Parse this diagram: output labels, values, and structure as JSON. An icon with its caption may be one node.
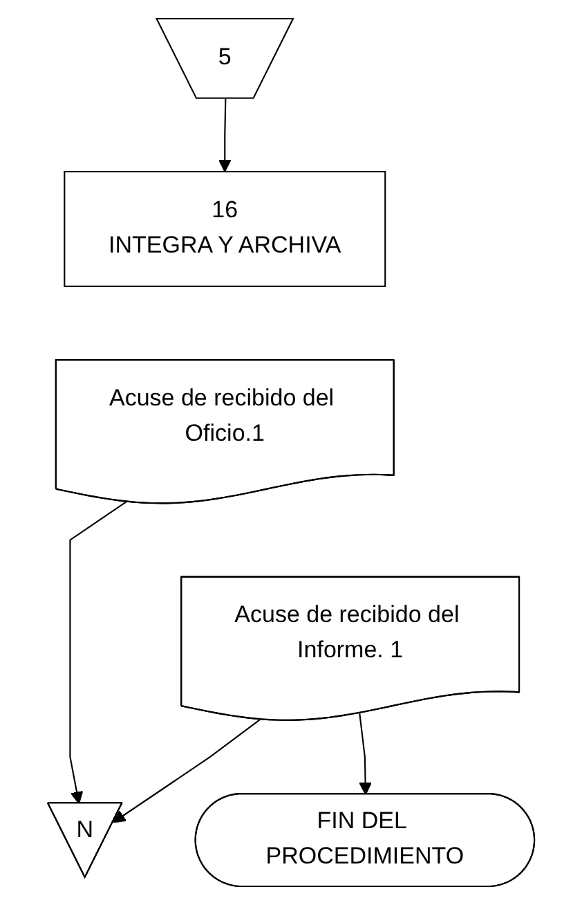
{
  "diagram": {
    "nodes": [
      {
        "text": [
          "5"
        ]
      },
      {
        "text": [
          "16",
          "INTEGRA Y ARCHIVA"
        ]
      },
      {
        "text": [
          "Acuse de recibido del Oficio.1"
        ]
      },
      {
        "text": [
          "Acuse de recibido del Informe. 1"
        ]
      },
      {
        "text": [
          "N"
        ]
      },
      {
        "text": [
          "FIN DEL PROCEDIMIENTO"
        ]
      }
    ],
    "edges": [
      {
        "from": 0,
        "to": 1,
        "arrow": "to"
      },
      {
        "from": 2,
        "to": 4,
        "arrow": "to"
      },
      {
        "from": 3,
        "to": 4,
        "arrow": "to"
      },
      {
        "from": 3,
        "to": 5,
        "arrow": "to"
      }
    ]
  }
}
